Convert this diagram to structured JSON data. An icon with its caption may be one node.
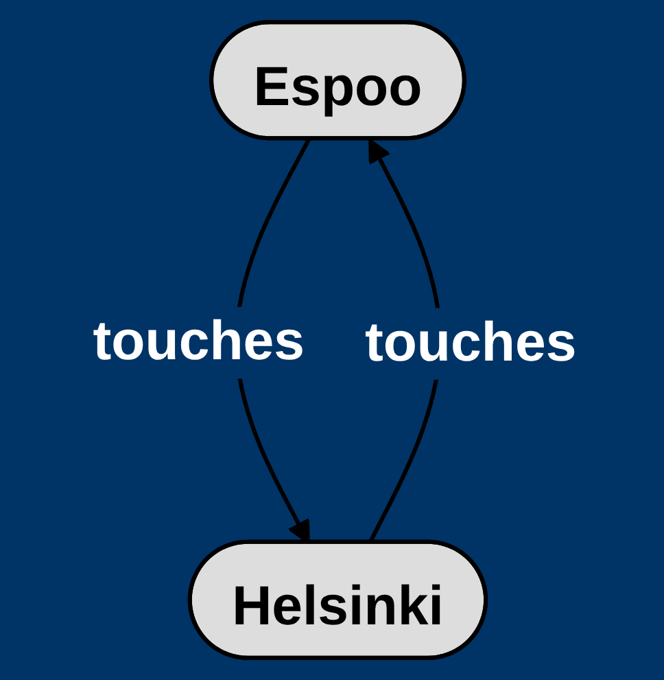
{
  "diagram": {
    "nodes": [
      {
        "text": [
          "Espoo"
        ]
      },
      {
        "text": [
          "Helsinki"
        ]
      }
    ],
    "edges": [
      {
        "from": 0,
        "to": 1,
        "arrow": "to",
        "label": "touches"
      },
      {
        "from": 1,
        "to": 0,
        "arrow": "to",
        "label": "touches"
      }
    ]
  }
}
